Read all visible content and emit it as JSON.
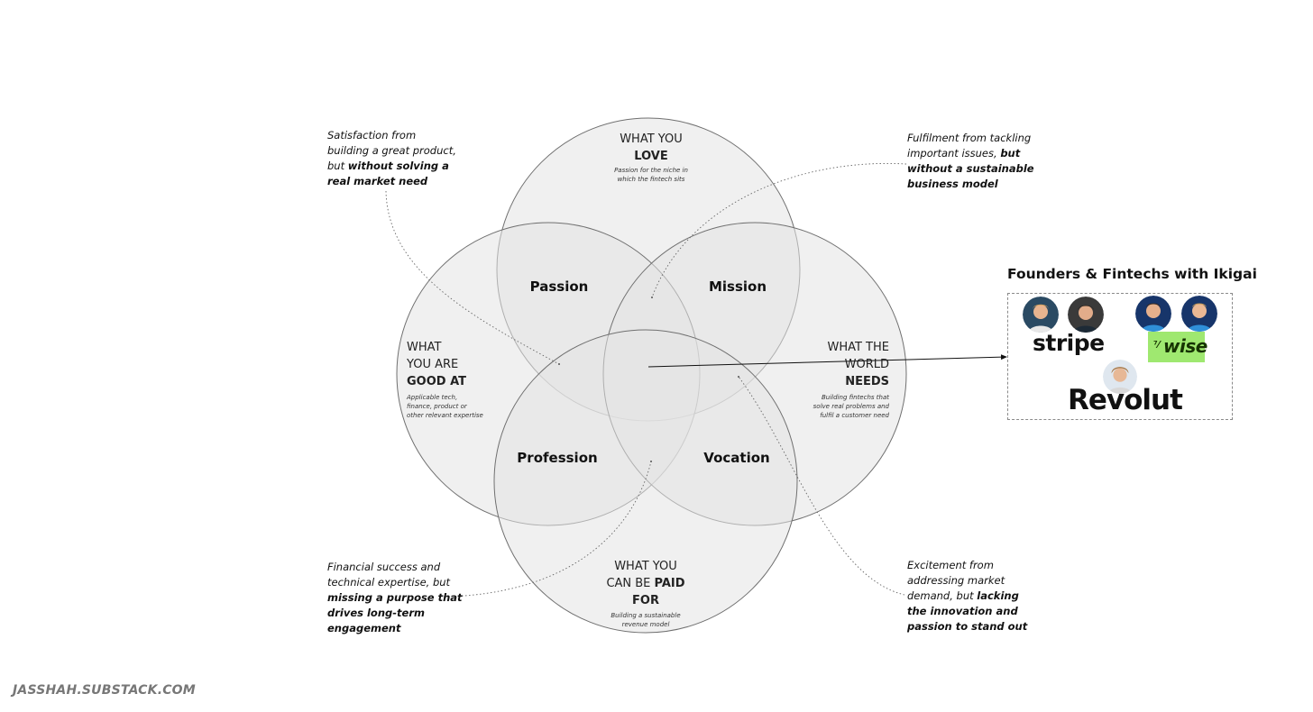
{
  "circles": {
    "love": {
      "line1": "WHAT YOU",
      "line2": "LOVE",
      "desc_1": "Passion for the niche in",
      "desc_2": "which the fintech sits"
    },
    "good_at": {
      "line1": "WHAT",
      "line2": "YOU ARE",
      "line3": "GOOD AT",
      "desc_1": "Applicable tech,",
      "desc_2": "finance, product or",
      "desc_3": "other relevant expertise"
    },
    "world_needs": {
      "line1": "WHAT THE",
      "line2": "WORLD",
      "line3": "NEEDS",
      "desc_1": "Building fintechs that",
      "desc_2": "solve real problems and",
      "desc_3": "fulfil a customer need"
    },
    "paid_for": {
      "line1": "WHAT YOU",
      "line2a": "CAN BE ",
      "line2b": "PAID",
      "line3": "FOR",
      "desc_1": "Building a sustainable",
      "desc_2": "revenue model"
    }
  },
  "regions": {
    "passion": "Passion",
    "mission": "Mission",
    "profession": "Profession",
    "vocation": "Vocation"
  },
  "notes": {
    "top_left": {
      "l1": "Satisfaction from",
      "l2": "building a great product,",
      "l3a": "but ",
      "l3b": "without solving a",
      "l4": "real market need"
    },
    "top_right": {
      "l1": "Fulfilment from tackling",
      "l2a": "important issues, ",
      "l2b": "but",
      "l3": "without a sustainable",
      "l4": "business model"
    },
    "bottom_left": {
      "l1": "Financial success and",
      "l2": "technical expertise, but",
      "l3": "missing a purpose that",
      "l4": "drives long-term",
      "l5": "engagement"
    },
    "bottom_right": {
      "l1": "Excitement from",
      "l2": "addressing market",
      "l3a": "demand, but ",
      "l3b": "lacking",
      "l4": "the innovation and",
      "l5": "passion to stand out"
    }
  },
  "panel": {
    "title": "Founders & Fintechs with Ikigai",
    "logos": {
      "stripe": "stripe",
      "wise": "wise",
      "wise_mark": "⁷⁄",
      "revolut": "Revolut"
    }
  },
  "footer": "JASSHAH.SUBSTACK.COM",
  "colors": {
    "circle_fill": "#e9e9e9",
    "circle_stroke": "#6e6e6e",
    "wise_green": "#9fe870"
  }
}
